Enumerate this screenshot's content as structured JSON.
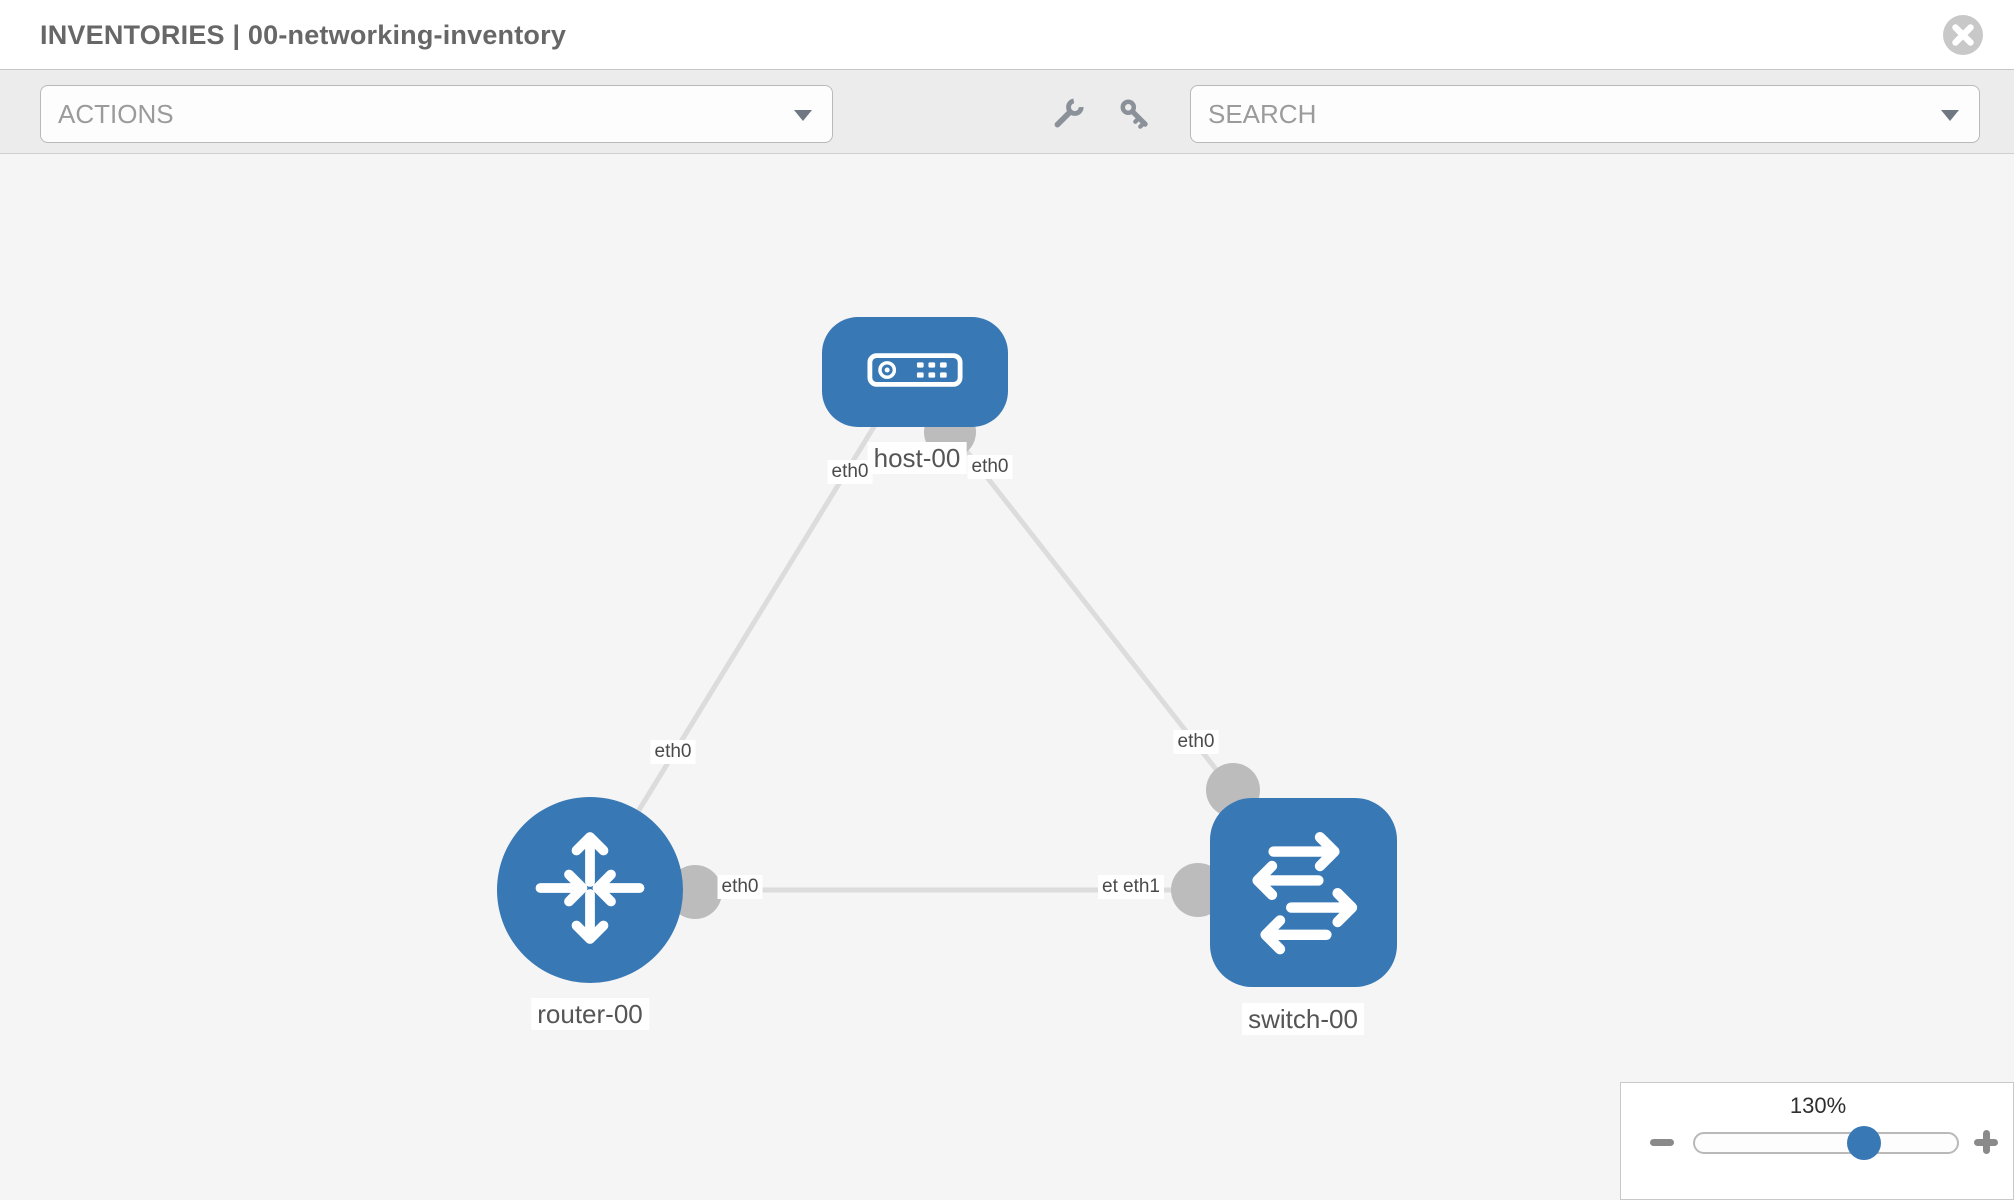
{
  "header": {
    "title": "INVENTORIES | 00-networking-inventory",
    "close_icon": "close-icon"
  },
  "toolbar": {
    "actions_label": "ACTIONS",
    "search_label": "SEARCH",
    "icons": [
      "wrench-icon",
      "key-icon"
    ],
    "caret_icon": "chevron-down-icon"
  },
  "topology": {
    "nodes": [
      {
        "id": "host-00",
        "type": "host",
        "label": "host-00"
      },
      {
        "id": "router-00",
        "type": "router",
        "label": "router-00"
      },
      {
        "id": "switch-00",
        "type": "switch",
        "label": "switch-00"
      }
    ],
    "links": [
      {
        "from": "router-00",
        "to": "host-00",
        "from_interface": "eth0",
        "to_interface": "eth0"
      },
      {
        "from": "host-00",
        "to": "switch-00",
        "from_interface": "eth0",
        "to_interface": "eth0"
      },
      {
        "from": "router-00",
        "to": "switch-00",
        "from_interface": "eth0",
        "to_interface": "eth1",
        "occluded_label": "eth0"
      }
    ]
  },
  "zoom_control": {
    "level": "130%",
    "minus_icon": "minus-icon",
    "plus_icon": "plus-icon"
  },
  "colors": {
    "node_blue": "#3778b5",
    "link_gray": "#dcdcdc",
    "connector_gray": "#bcbcbc",
    "toolbar_bg": "#ececec",
    "canvas_bg": "#f5f5f5",
    "title_text": "#676767",
    "placeholder_text": "#9b9b9b",
    "icon_gray": "#8b9199",
    "close_gray": "#c8c8c8"
  }
}
